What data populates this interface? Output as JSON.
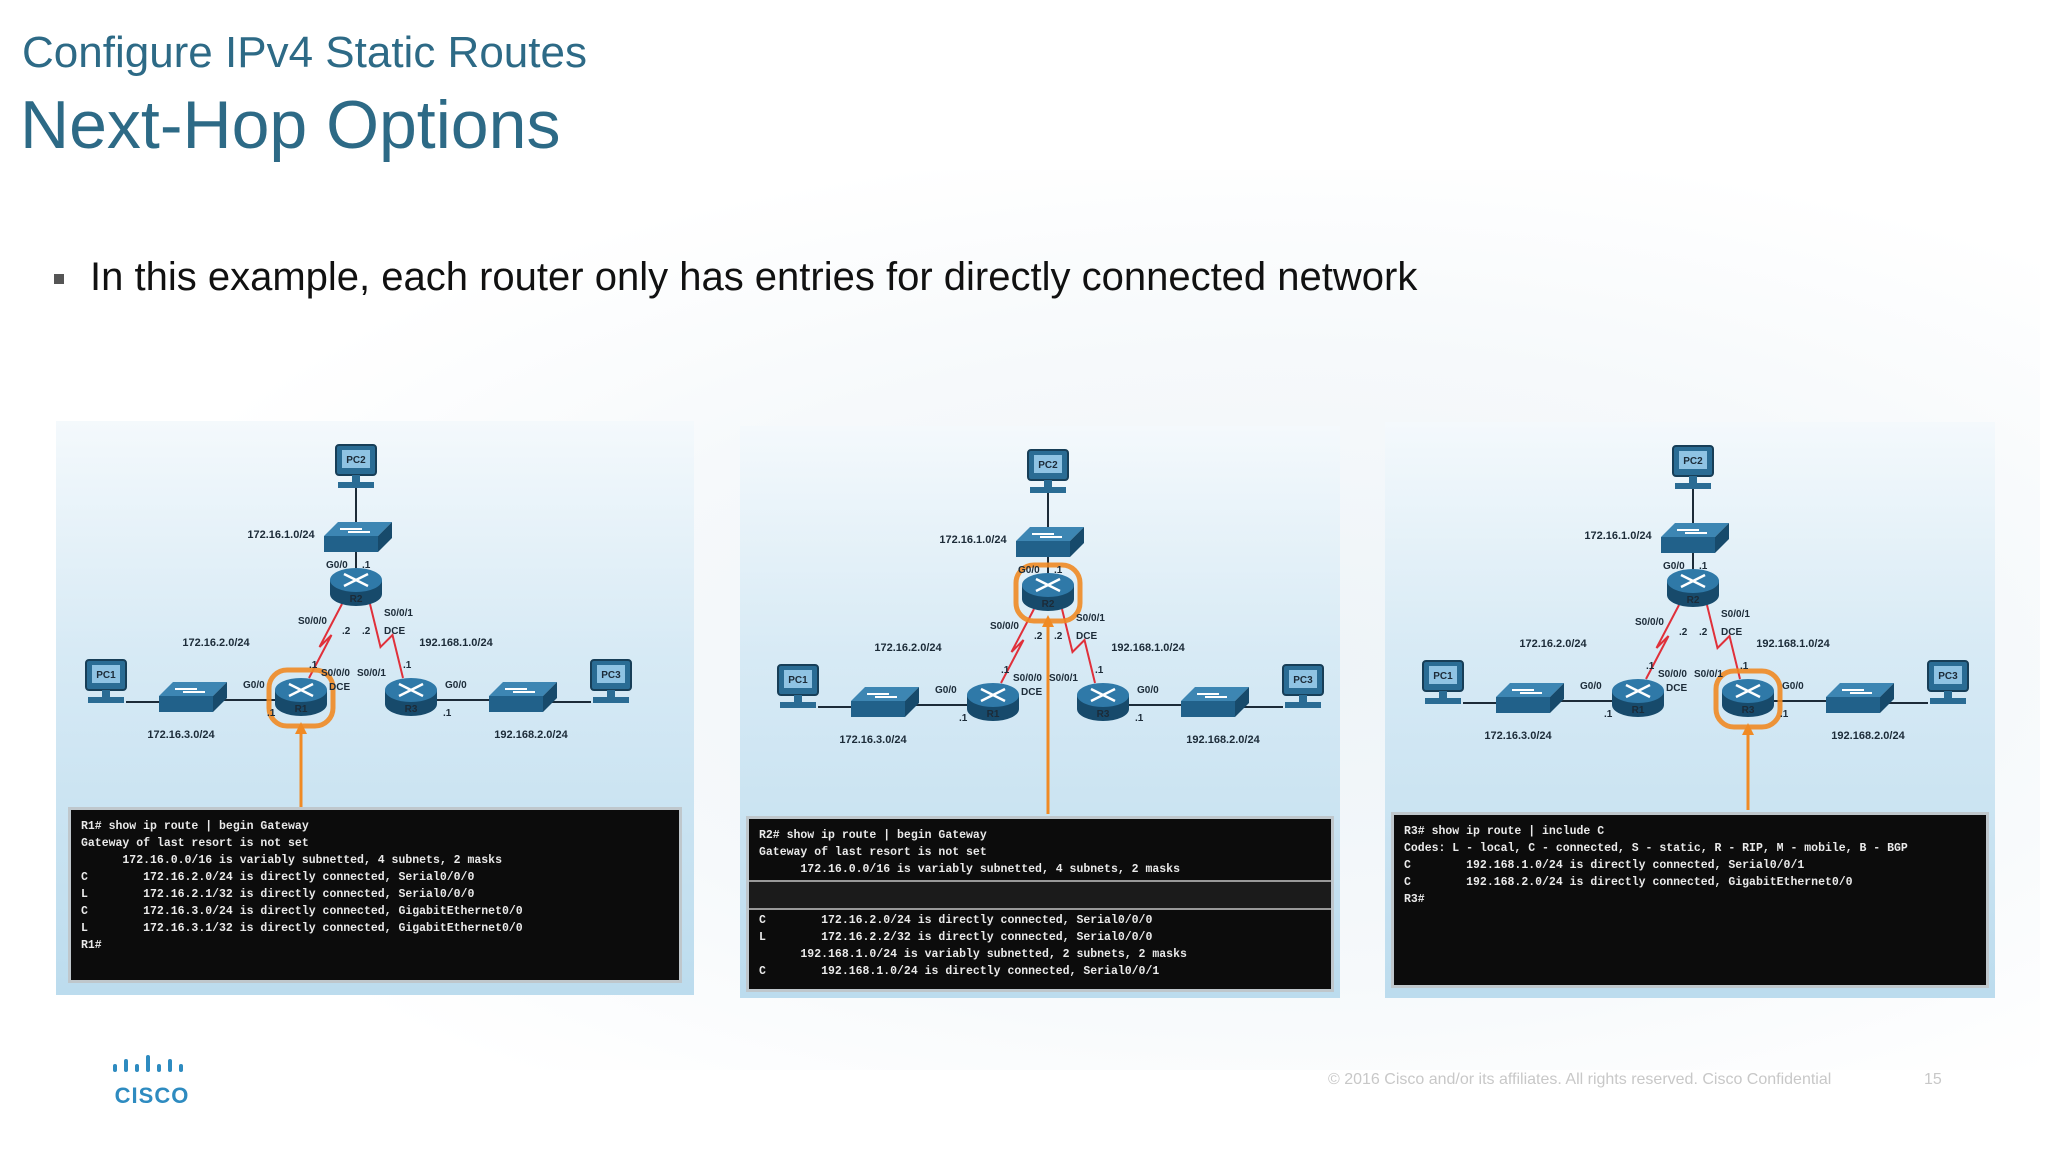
{
  "header": {
    "subtitle": "Configure IPv4 Static Routes",
    "title": "Next-Hop Options"
  },
  "bullets": [
    "In this example, each router only has entries for directly connected network"
  ],
  "diagrams": [
    {
      "highlight": "R1",
      "labels": {
        "pc_top": "PC2",
        "pc_left": "PC1",
        "pc_right": "PC3",
        "r_top": "R2",
        "r_left": "R1",
        "r_right": "R3",
        "net_top": "172.16.1.0/24",
        "net_left_serial": "172.16.2.0/24",
        "net_right_serial": "192.168.1.0/24",
        "net_left_lan": "172.16.3.0/24",
        "net_right_lan": "192.168.2.0/24",
        "g00": "G0/0",
        "s000": "S0/0/0",
        "s001": "S0/0/1",
        "dce": "DCE",
        "dot1": ".1",
        "dot2": ".2"
      },
      "terminal": [
        "R1# show ip route | begin Gateway",
        "Gateway of last resort is not set",
        "      172.16.0.0/16 is variably subnetted, 4 subnets, 2 masks",
        "C        172.16.2.0/24 is directly connected, Serial0/0/0",
        "L        172.16.2.1/32 is directly connected, Serial0/0/0",
        "C        172.16.3.0/24 is directly connected, GigabitEthernet0/0",
        "L        172.16.3.1/32 is directly connected, GigabitEthernet0/0",
        "R1#"
      ]
    },
    {
      "highlight": "R2",
      "labels": {
        "pc_top": "PC2",
        "pc_left": "PC1",
        "pc_right": "PC3",
        "r_top": "R2",
        "r_left": "R1",
        "r_right": "R3",
        "net_top": "172.16.1.0/24",
        "net_left_serial": "172.16.2.0/24",
        "net_right_serial": "192.168.1.0/24",
        "net_left_lan": "172.16.3.0/24",
        "net_right_lan": "192.168.2.0/24",
        "g00": "G0/0",
        "s000": "S0/0/0",
        "s001": "S0/0/1",
        "dce": "DCE",
        "dot1": ".1",
        "dot2": ".2"
      },
      "terminal_top": [
        "R2# show ip route | begin Gateway",
        "Gateway of last resort is not set",
        "      172.16.0.0/16 is variably subnetted, 4 subnets, 2 masks"
      ],
      "terminal_bottom": [
        "C        172.16.2.0/24 is directly connected, Serial0/0/0",
        "L        172.16.2.2/32 is directly connected, Serial0/0/0",
        "      192.168.1.0/24 is variably subnetted, 2 subnets, 2 masks",
        "C        192.168.1.0/24 is directly connected, Serial0/0/1"
      ]
    },
    {
      "highlight": "R3",
      "labels": {
        "pc_top": "PC2",
        "pc_left": "PC1",
        "pc_right": "PC3",
        "r_top": "R2",
        "r_left": "R1",
        "r_right": "R3",
        "net_top": "172.16.1.0/24",
        "net_left_serial": "172.16.2.0/24",
        "net_right_serial": "192.168.1.0/24",
        "net_left_lan": "172.16.3.0/24",
        "net_right_lan": "192.168.2.0/24",
        "g00": "G0/0",
        "s000": "S0/0/0",
        "s001": "S0/0/1",
        "dce": "DCE",
        "dot1": ".1",
        "dot2": ".2"
      },
      "terminal": [
        "R3# show ip route | include C",
        "Codes: L - local, C - connected, S - static, R - RIP, M - mobile, B - BGP",
        "C        192.168.1.0/24 is directly connected, Serial0/0/1",
        "C        192.168.2.0/24 is directly connected, GigabitEthernet0/0",
        "R3#"
      ]
    }
  ],
  "logo": {
    "text": "CISCO"
  },
  "footer": {
    "copyright": "© 2016  Cisco and/or its affiliates. All rights reserved.   Cisco Confidential",
    "page": "15"
  },
  "colors": {
    "title": "#2d6a86",
    "highlight_ring": "#f08a24",
    "router": "#1f5f86",
    "serial_link": "#e0303a",
    "logo": "#2e8bc0"
  }
}
